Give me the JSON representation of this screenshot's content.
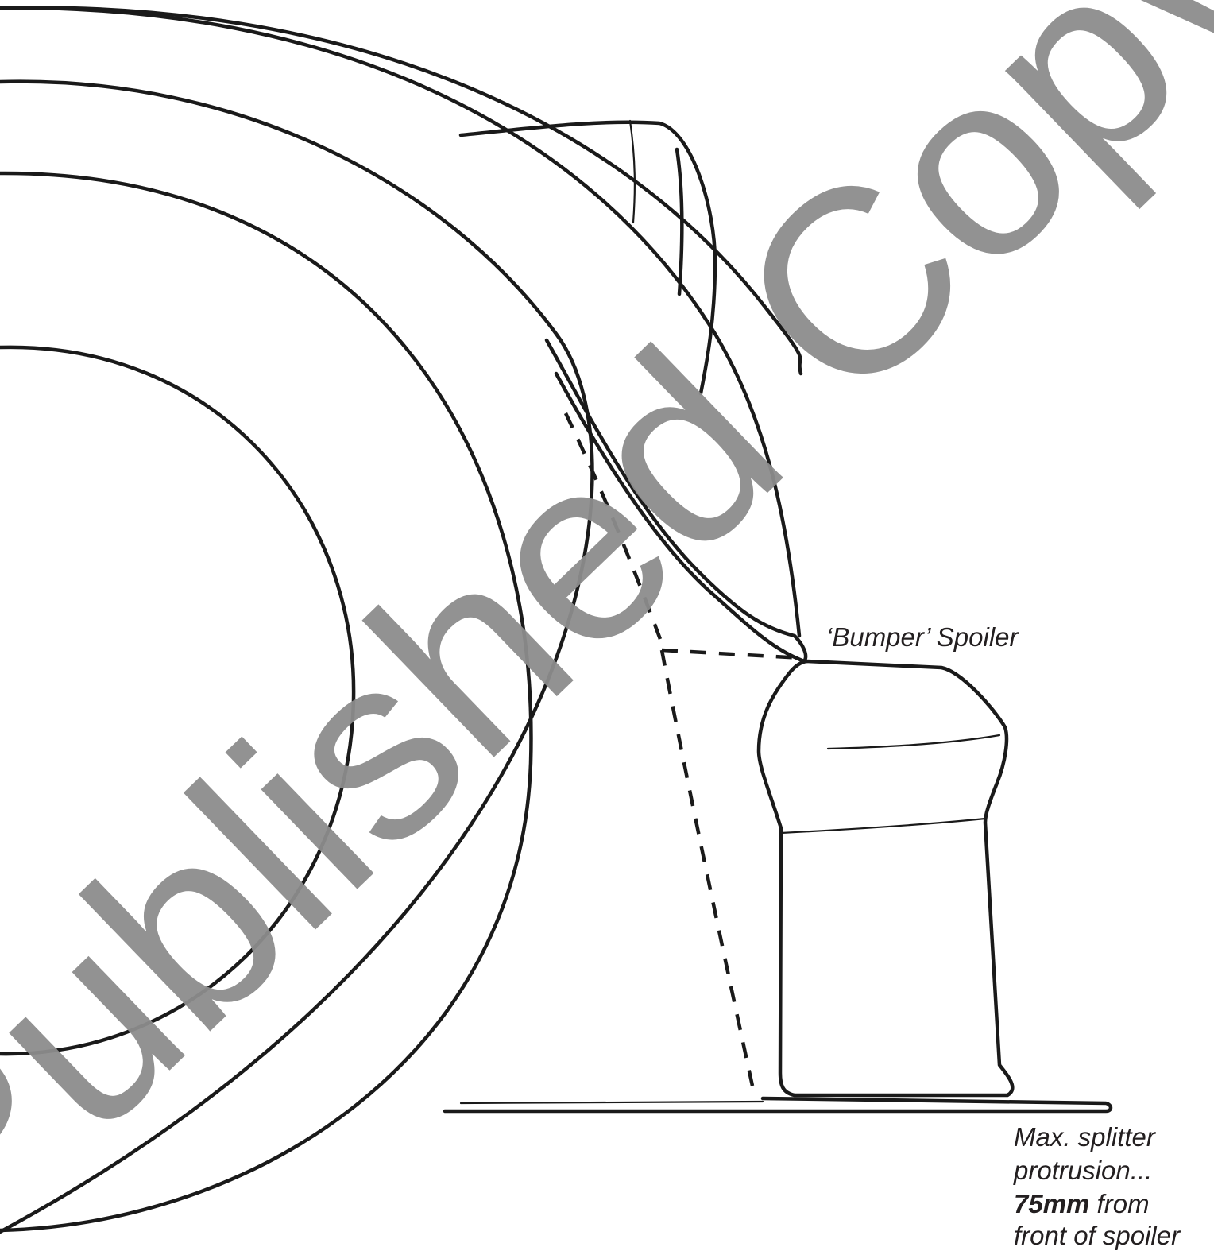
{
  "labels": {
    "bumper_spoiler": "‘Bumper’ Spoiler",
    "splitter_line1": "Max. splitter",
    "splitter_line2": "protrusion...",
    "splitter_value": "75mm",
    "splitter_line3_rest": " from",
    "splitter_line4": "front of spoiler"
  },
  "watermark": {
    "text": "Published Copy",
    "color": "#8c8c8c"
  },
  "colors": {
    "line": "#1a1a1a",
    "background": "#ffffff"
  }
}
